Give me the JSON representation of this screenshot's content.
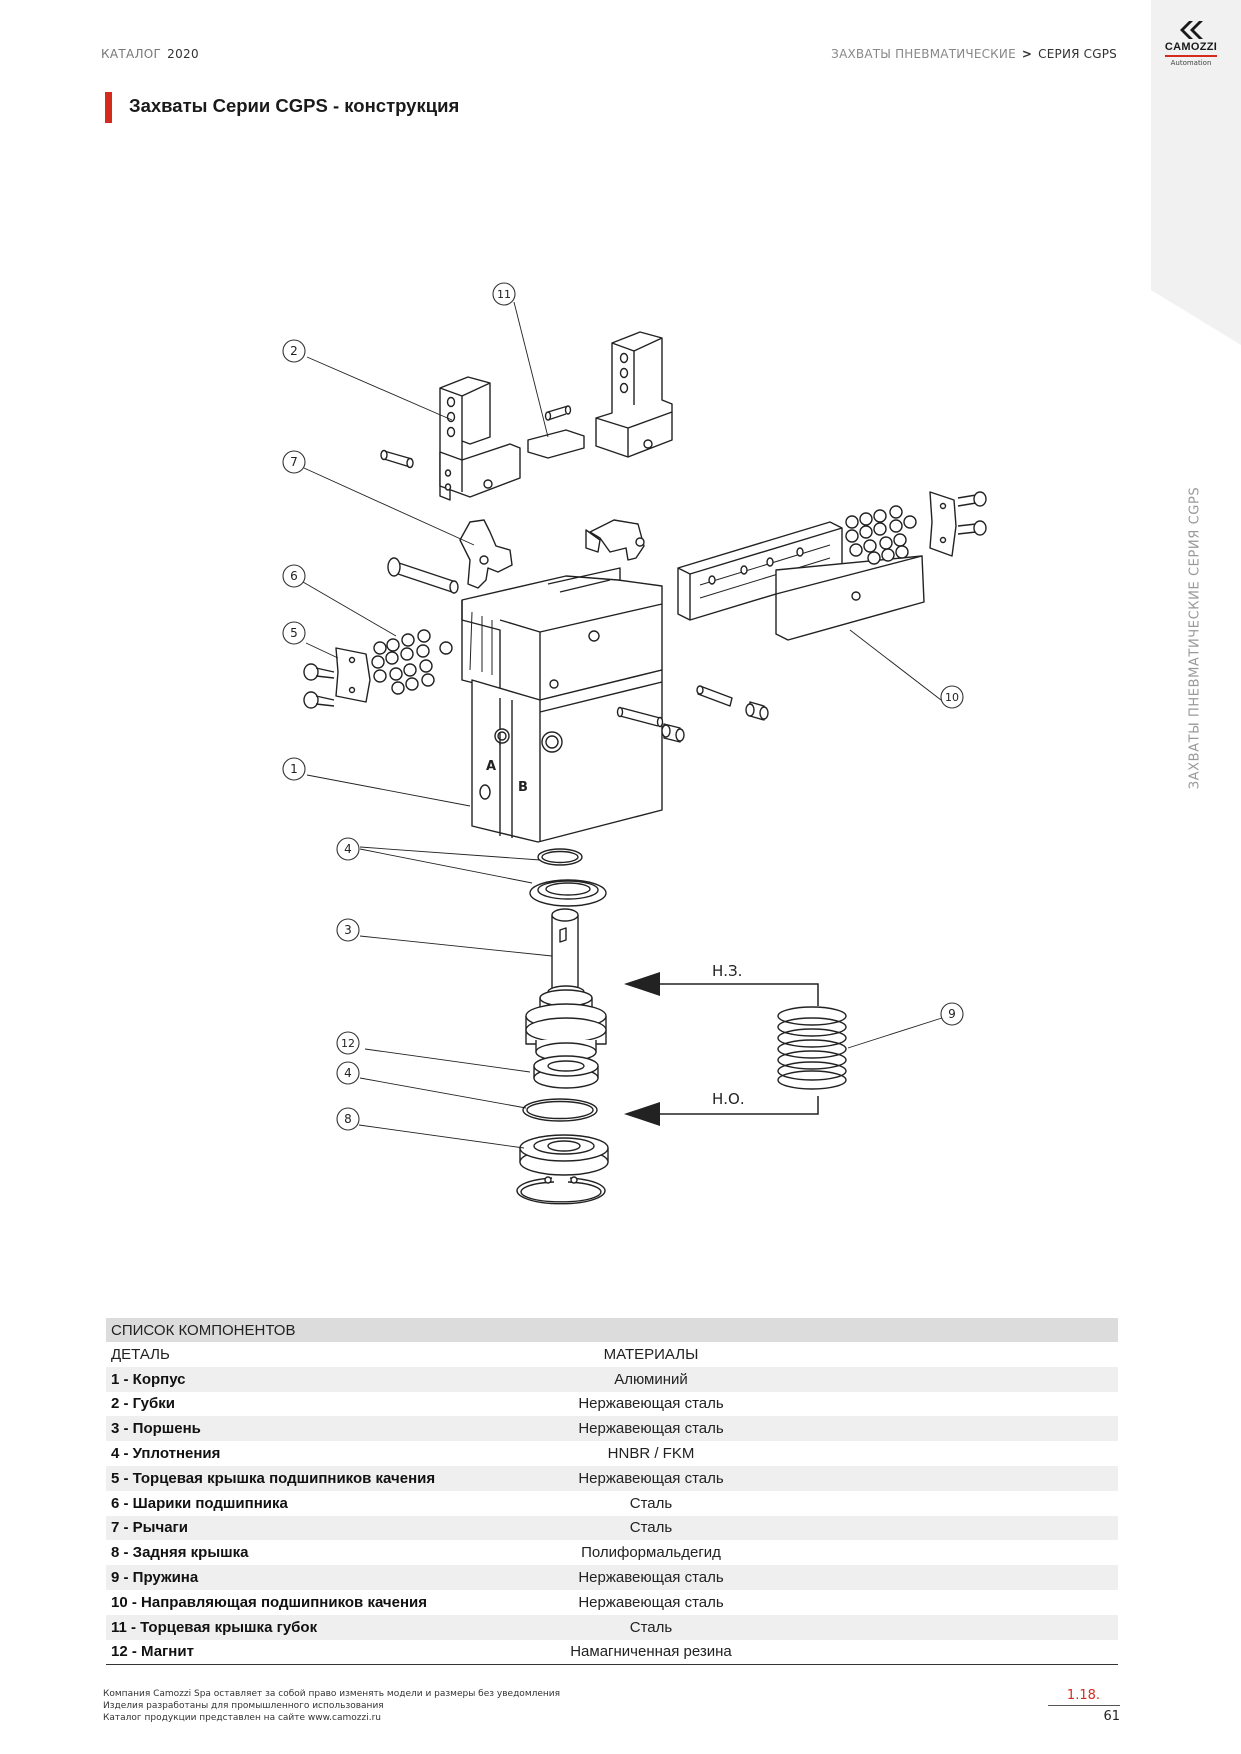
{
  "header": {
    "catalog_label": "КАТАЛОГ",
    "catalog_year": "2020",
    "section": "ЗАХВАТЫ ПНЕВМАТИЧЕСКИЕ",
    "separator": ">",
    "series": "СЕРИЯ CGPS"
  },
  "brand": {
    "name": "CAMOZZI",
    "tagline": "Automation",
    "accent": "#d52b1e"
  },
  "side_label": "ЗАХВАТЫ ПНЕВМАТИЧЕСКИЕ СЕРИЯ CGPS",
  "title": "Захваты Серии CGPS - конструкция",
  "diagram": {
    "callouts": [
      "1",
      "2",
      "3",
      "4",
      "4",
      "5",
      "6",
      "7",
      "8",
      "9",
      "10",
      "11",
      "12"
    ],
    "body_port_a": "A",
    "body_port_b": "B",
    "label_nc": "Н.З.",
    "label_no": "Н.О."
  },
  "components": {
    "caption": "СПИСОК КОМПОНЕНТОВ",
    "col_part": "ДЕТАЛЬ",
    "col_material": "МАТЕРИАЛЫ",
    "rows": [
      {
        "part": "1 - Корпус",
        "material": "Алюминий"
      },
      {
        "part": "2 - Губки",
        "material": "Нержавеющая сталь"
      },
      {
        "part": "3 - Поршень",
        "material": "Нержавеющая сталь"
      },
      {
        "part": "4 - Уплотнения",
        "material": "HNBR / FKM"
      },
      {
        "part": "5 - Торцевая крышка подшипников качения",
        "material": "Нержавеющая сталь"
      },
      {
        "part": "6 - Шарики подшипника",
        "material": "Сталь"
      },
      {
        "part": "7 - Рычаги",
        "material": "Сталь"
      },
      {
        "part": "8 - Задняя крышка",
        "material": "Полиформальдегид"
      },
      {
        "part": "9 - Пружина",
        "material": "Нержавеющая сталь"
      },
      {
        "part": "10 - Направляющая подшипников качения",
        "material": "Нержавеющая сталь"
      },
      {
        "part": "11 - Торцевая крышка губок",
        "material": "Сталь"
      },
      {
        "part": "12 - Магнит",
        "material": "Намагниченная резина"
      }
    ]
  },
  "footer": {
    "note_1": "Компания Camozzi Spa оставляет за собой право изменять модели и размеры без уведомления",
    "note_2": "Изделия разработаны для промышленного использования",
    "note_3": "Каталог продукции представлен на сайте www.camozzi.ru",
    "page_code": "1.18.",
    "page_number": "61"
  }
}
